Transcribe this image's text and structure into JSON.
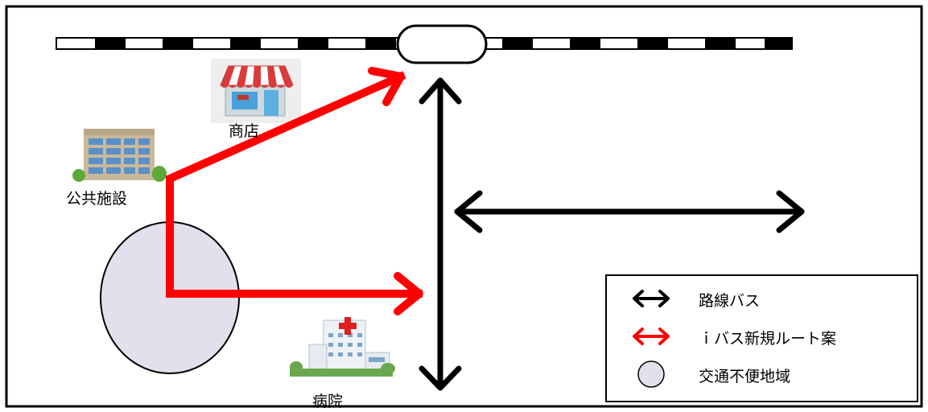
{
  "places": {
    "store": "商店",
    "public_facility": "公共施設",
    "hospital": "病院"
  },
  "legend": {
    "items": [
      {
        "label": "路線バス",
        "symbol": "double-arrow",
        "color": "#000000"
      },
      {
        "label": "ｉバス新規ルート案",
        "symbol": "double-arrow",
        "color": "#ff0000"
      },
      {
        "label": "交通不便地域",
        "symbol": "circle",
        "color": "#e4dfec"
      }
    ]
  },
  "colors": {
    "route_bus": "#000000",
    "new_route": "#ff0000",
    "inconvenient_area": "#e4dfec",
    "background": "#ffffff"
  }
}
